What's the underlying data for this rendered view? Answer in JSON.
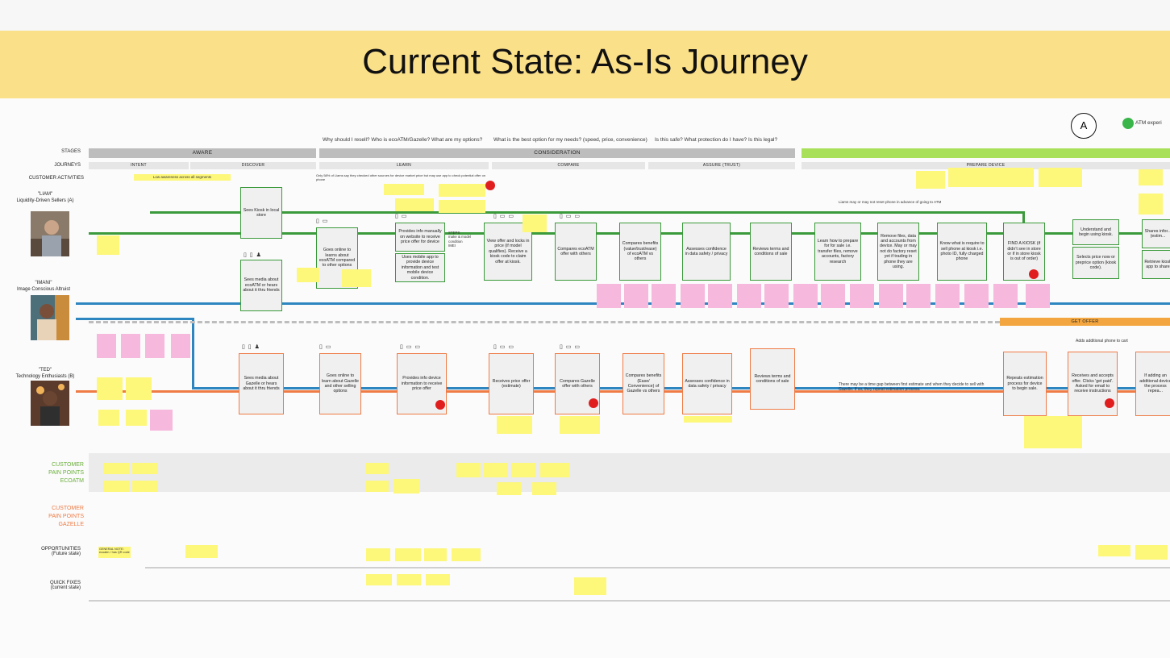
{
  "title": "Current State: As-Is Journey",
  "colors": {
    "banner": "#fbe08a",
    "ecoatm_green": "#3b9a3b",
    "gazelle_orange": "#ef7b45",
    "imani_blue": "#2e86c1",
    "sticky_yellow": "#fdf77a",
    "sticky_pink": "#f6b8dc",
    "dot_red": "#e01e1e"
  },
  "legend": {
    "badge": "A",
    "label": "ATM experi"
  },
  "questions": [
    "Why should I resell? Who is ecoATM/Gazelle? What are my options?",
    "What is the best option for my needs? (speed, price, convenience)",
    "Is this safe? What protection do I have? Is this legal?"
  ],
  "row_labels": {
    "stages": "STAGES",
    "journeys": "JOURNEYS",
    "activities": "CUSTOMER ACTIVITIES",
    "opportunities": "OPPORTUNITIES",
    "opportunities_sub": "(Future state)",
    "quick_fixes": "QUICK FIXES",
    "quick_fixes_sub": "(current state)"
  },
  "stages": {
    "aware": "AWARE",
    "consideration": "CONSIDERATION"
  },
  "journeys": {
    "intent": "INTENT",
    "discover": "DISCOVER",
    "learn": "LEARN",
    "compare": "COMPARE",
    "assure": "ASSURE (TRUST)",
    "prepare": "PREPARE DEVICE"
  },
  "get_offer": "GET OFFER",
  "activity_notes": {
    "awareness": "Low awareness across all segments",
    "liam": "Only 58% of Liams say they checked other sources for device market price but may use app to check potential offer on phone",
    "rooting": "Liams may or may not reset phone in advance of going to ATM",
    "time_gap": "There may be a time gap between first estimate and when they decide to sell with Gazelle. If so, they repeat estimation process.",
    "add_phone": "Adds additional phone to cart"
  },
  "personas": [
    {
      "code": "\"LIAM\"",
      "name": "Liquidity-Driven Sellers (A)"
    },
    {
      "code": "\"IMANI\"",
      "name": "Image Conscious Altruist"
    },
    {
      "code": "\"TED\"",
      "name": "Technology Enthusiasts (B)"
    }
  ],
  "eco_cards": [
    "Sees Kiosk in local store",
    "Sees media about ecoATM or hears about it thru friends",
    "Goes online to learns about ecoATM compared to other options",
    "Provides info manually on website to receive price offer for device",
    "Uses mobile app to provide device information and test mobile device condition.",
    "View offer and locks in price (if model qualifies). Receive a kiosk code to claim offer at kiosk.",
    "Compares ecoATM offer with others",
    "Compares benefits (value/trust/ease) of ecoATM vs others",
    "Assesses confidence in data safety / privacy",
    "Reviews terms and conditions of sale",
    "Learn how to prepare for for sale i.e. transfer files, remove accounts, factory research",
    "Remove files, data and accounts from device. May or may not do factory reset yet if trading in phone they are using.",
    "Know what is require to sell phone at kiosk i.e. photo ID, fully charged phone",
    "FIND A KIOSK (if didn't see in store or if in store kiosk is out of order)",
    "Understand and begin using kiosk.",
    "Selects price now or preprice option (kiosk code).",
    "Shares infor... (estim...",
    "Retrieve kiosk app to share"
  ],
  "gaz_cards": [
    "Sees media about Gazelle or hears about it thru friends",
    "Goes online to learn about Gazelle and other selling options",
    "Provides info device information to receive price offer",
    "Receives price offer (estimate)",
    "Compares Gazelle offer with others",
    "Compares benefits (Ease/ Convenience) of Gazelle vs others",
    "Assesses confidence in data safety / privacy",
    "Reviews terms and conditions of sale",
    "Repeats estimation process for device to begin sale.",
    "Receives and accepts offer. Clicks 'get paid'. Asked for email to receive instructions",
    "If adding an additional device the process repea..."
  ],
  "steps_block": [
    "STEPS",
    "make & model",
    "condition",
    "IMEI"
  ],
  "pain_labels": {
    "ecoatm": [
      "CUSTOMER",
      "PAIN POINTS",
      "ECOATM"
    ],
    "gazelle": [
      "CUSTOMER",
      "PAIN POINTS",
      "GAZELLE"
    ]
  },
  "opportunity_notes": {
    "general": "GENERAL NOTE: ecoatm / has QR code"
  }
}
